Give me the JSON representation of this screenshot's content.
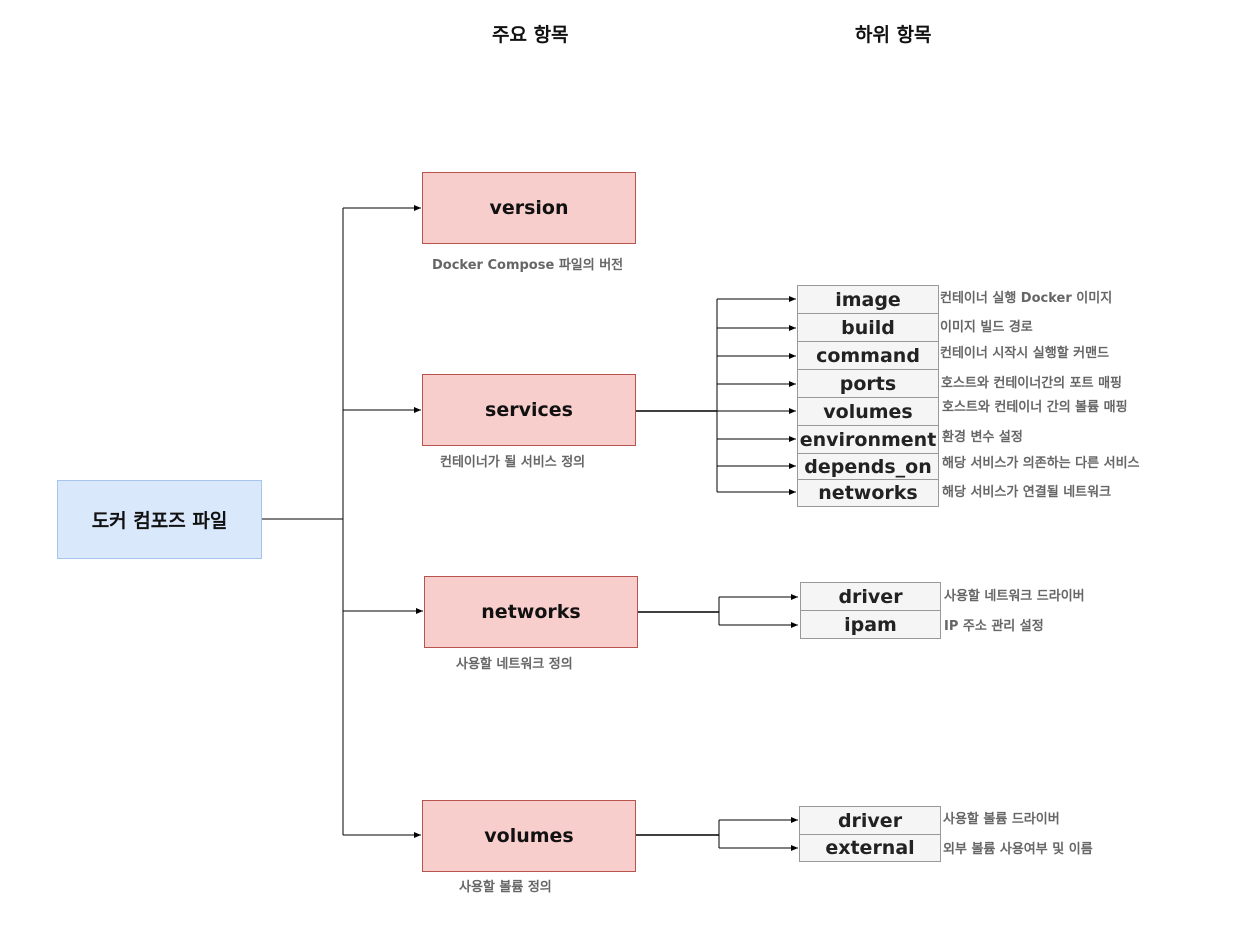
{
  "headers": {
    "main": "주요 항목",
    "sub": "하위 항목"
  },
  "root": {
    "label": "도커 컴포즈 파일"
  },
  "main_items": [
    {
      "label": "version",
      "caption": "Docker Compose 파일의 버전"
    },
    {
      "label": "services",
      "caption": "컨테이너가 될 서비스 정의"
    },
    {
      "label": "networks",
      "caption": "사용할 네트워크 정의"
    },
    {
      "label": "volumes",
      "caption": "사용할 볼륨 정의"
    }
  ],
  "services_children": [
    {
      "label": "image",
      "desc": "컨테이너 실행 Docker 이미지"
    },
    {
      "label": "build",
      "desc": "이미지 빌드 경로"
    },
    {
      "label": "command",
      "desc": "컨테이너 시작시 실행할 커맨드"
    },
    {
      "label": "ports",
      "desc": "호스트와 컨테이너간의 포트 매핑"
    },
    {
      "label": "volumes",
      "desc": "호스트와 컨테이너 간의 볼륨 매핑"
    },
    {
      "label": "environment",
      "desc": "환경 변수 설정"
    },
    {
      "label": "depends_on",
      "desc": "해당 서비스가 의존하는 다른 서비스"
    },
    {
      "label": "networks",
      "desc": "해당 서비스가 연결될 네트워크"
    }
  ],
  "networks_children": [
    {
      "label": "driver",
      "desc": "사용할 네트워크 드라이버"
    },
    {
      "label": "ipam",
      "desc": "IP 주소 관리 설정"
    }
  ],
  "volumes_children": [
    {
      "label": "driver",
      "desc": "사용할 볼륨 드라이버"
    },
    {
      "label": "external",
      "desc": "외부 볼륨 사용여부 및 이름"
    }
  ],
  "colors": {
    "root_fill": "#dae8fc",
    "main_fill": "#f8cecc",
    "sub_fill": "#f5f5f5",
    "line": "#000000",
    "caption_text": "#666666"
  }
}
